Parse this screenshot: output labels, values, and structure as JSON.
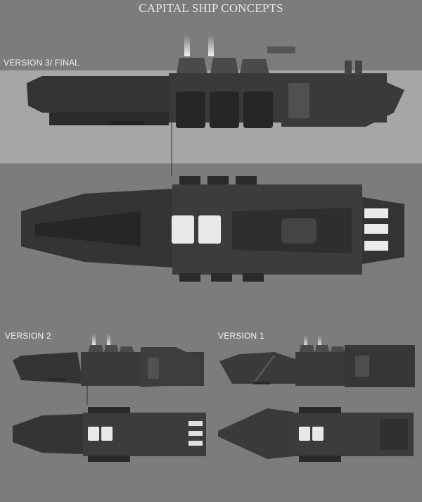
{
  "title": "CAPITAL SHIP CONCEPTS",
  "labels": {
    "version3": "VERSION 3/ FINAL",
    "version2": "VERSION 2",
    "version1": "VERSION 1"
  },
  "colors": {
    "background": "#7c7c7c",
    "band": "#a6a6a6",
    "hull": "#2e2e2e",
    "light": "#f0f0f0"
  }
}
